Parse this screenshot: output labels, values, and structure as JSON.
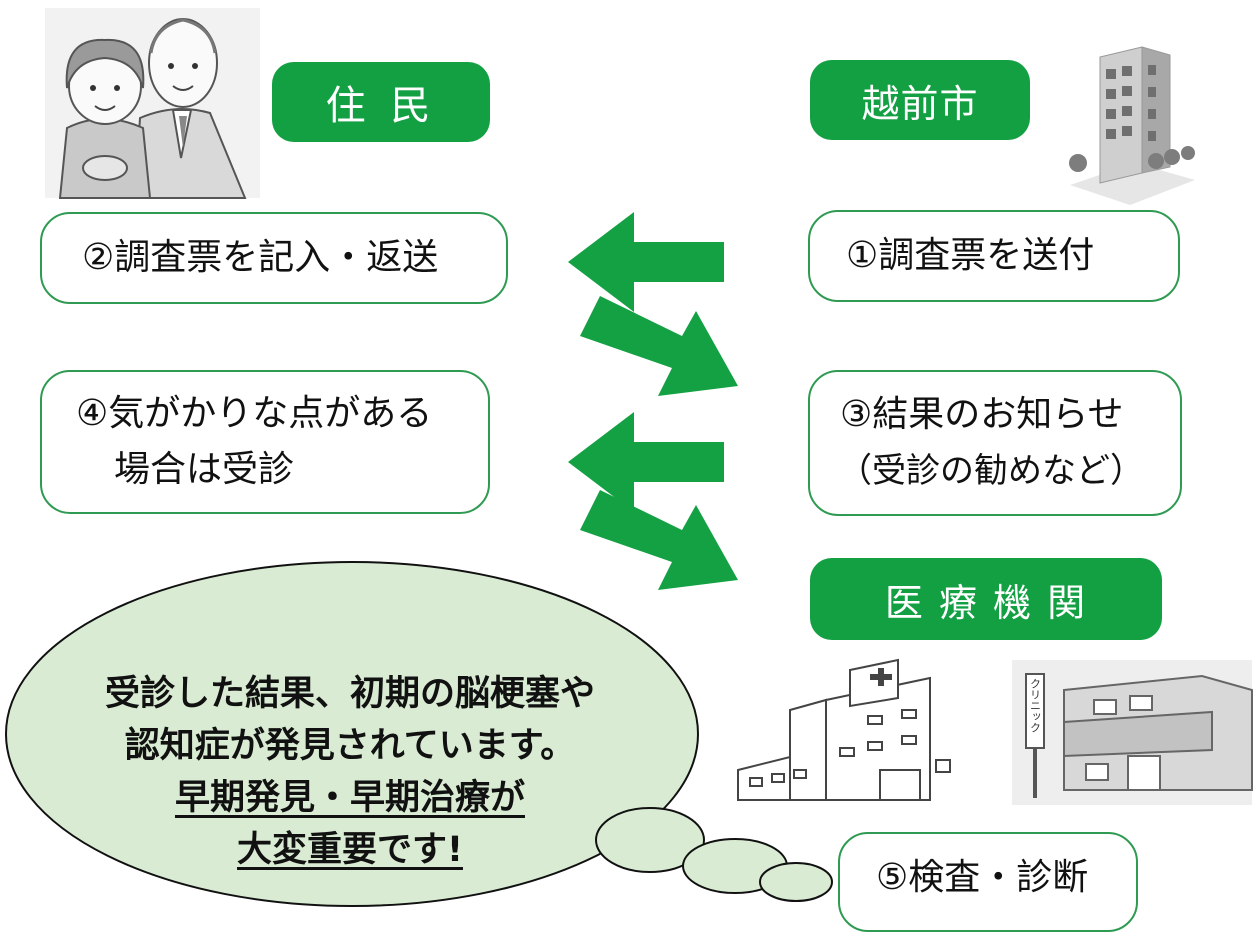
{
  "labels": {
    "residents": "住 民",
    "city": "越前市",
    "medical": "医 療 機 関"
  },
  "steps": {
    "step1": "①調査票を送付",
    "step2": "②調査票を記入・返送",
    "step3_line1": "③結果のお知らせ",
    "step3_line2": "（受診の勧めなど）",
    "step4_line1": "④気がかりな点がある",
    "step4_line2": "場合は受診",
    "step5": "⑤検査・診断"
  },
  "bubble": {
    "line1": "受診した結果、初期の脳梗塞や",
    "line2": "認知症が発見されています。",
    "line3": "早期発見・早期治療が",
    "line4": "大変重要です!"
  },
  "illustrations": {
    "clinic_sign": "クリニック"
  },
  "colors": {
    "label_green": "#12a043",
    "arrow_green": "#14a144",
    "box_border": "#2f9a52",
    "bubble_fill": "#d9ecd3"
  }
}
